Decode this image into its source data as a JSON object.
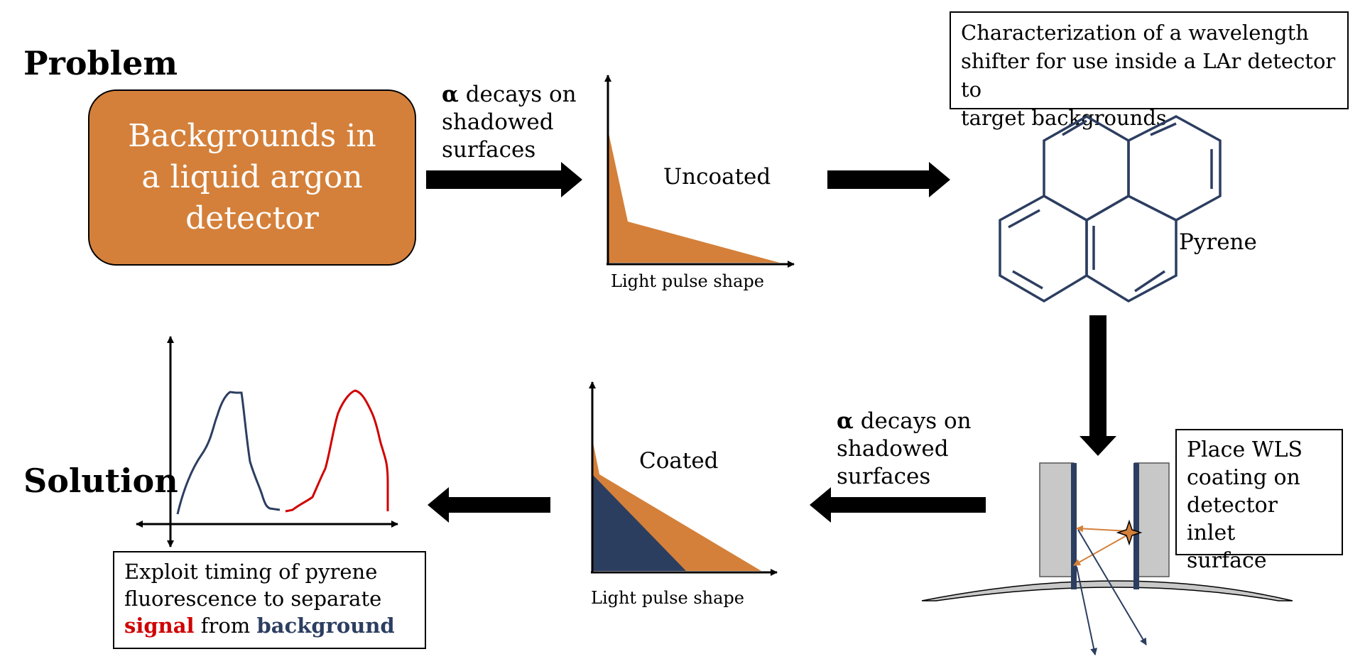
{
  "problem": {
    "heading": "Problem",
    "box_text": "Backgrounds in a liquid argon detector"
  },
  "solution": {
    "heading": "Solution",
    "box": {
      "line1": "Exploit timing of pyrene",
      "line2": "fluorescence to separate",
      "signal": "signal",
      "from": " from ",
      "background": "background"
    }
  },
  "top_arrow_label": {
    "alpha": "α",
    "rest_line1": " decays on",
    "line2": "shadowed",
    "line3": "surfaces"
  },
  "bottom_arrow_label": {
    "alpha": "α",
    "rest_line1": " decays on",
    "line2": "shadowed",
    "line3": "surfaces"
  },
  "uncoated_plot": {
    "title": "Uncoated",
    "xlabel": "Light pulse shape"
  },
  "coated_plot": {
    "title": "Coated",
    "xlabel": "Light pulse shape"
  },
  "characterization_box": {
    "line1": "Characterization of a wavelength",
    "line2": "shifter for use inside a LAr detector to",
    "line3": "target backgrounds"
  },
  "pyrene_label": "Pyrene",
  "wls_box": {
    "line1": "Place WLS",
    "line2": "coating on",
    "line3": "detector inlet",
    "line4": "surface"
  },
  "colors": {
    "orange": "#D4803A",
    "navy": "#2C3E60",
    "signal_red": "#d00000",
    "gray": "#C8C8C8"
  }
}
